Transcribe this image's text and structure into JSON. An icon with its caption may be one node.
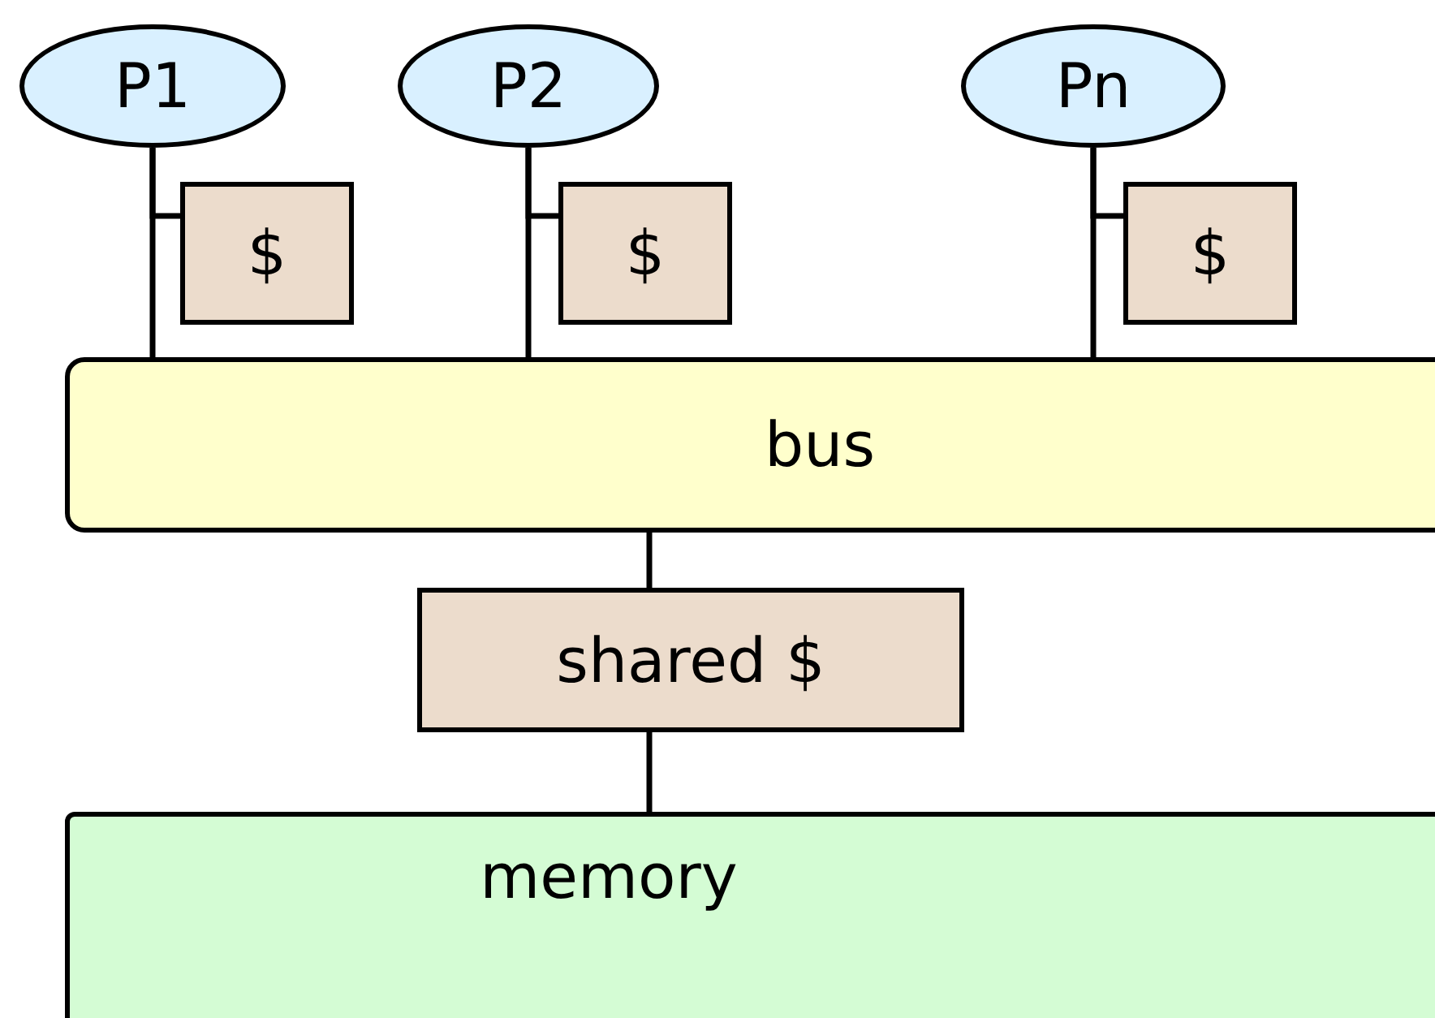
{
  "diagram": {
    "nodes": [
      {
        "text": [
          "P1"
        ]
      },
      {
        "text": [
          "$"
        ]
      },
      {
        "text": [
          "P2"
        ]
      },
      {
        "text": [
          "$"
        ]
      },
      {
        "text": [
          "Pn"
        ]
      },
      {
        "text": [
          "$"
        ]
      },
      {
        "text": [
          "bus"
        ]
      },
      {
        "text": [
          "shared $"
        ]
      },
      {
        "text": [
          "memory"
        ]
      }
    ],
    "edges": [
      {
        "from": 0,
        "to": 6,
        "arrow": "none"
      },
      {
        "from": 0,
        "to": 1,
        "arrow": "none"
      },
      {
        "from": 2,
        "to": 6,
        "arrow": "none"
      },
      {
        "from": 2,
        "to": 3,
        "arrow": "none"
      },
      {
        "from": 4,
        "to": 6,
        "arrow": "none"
      },
      {
        "from": 4,
        "to": 5,
        "arrow": "none"
      },
      {
        "from": 6,
        "to": 7,
        "arrow": "none"
      },
      {
        "from": 7,
        "to": 8,
        "arrow": "none"
      }
    ]
  }
}
